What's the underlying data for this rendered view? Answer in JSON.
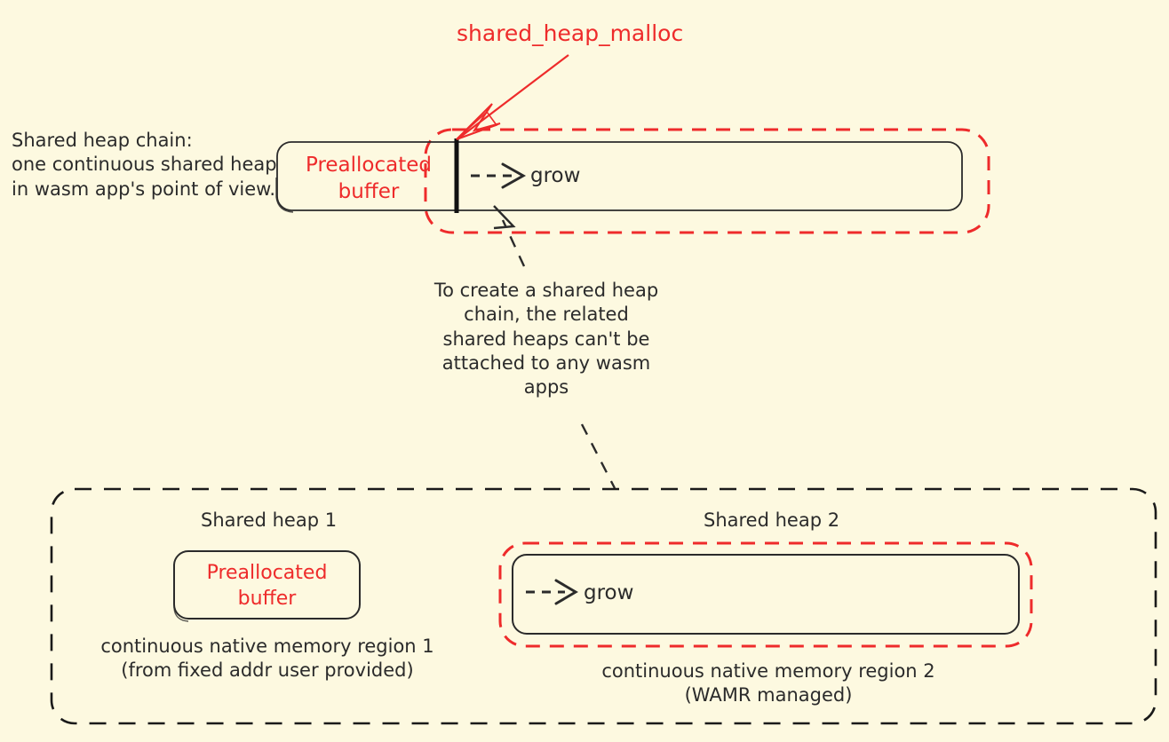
{
  "diagram": {
    "title_annotation": "shared_heap_malloc",
    "colors": {
      "background": "#fdf9e0",
      "text": "#2b2b2b",
      "accent_red": "#ee2b2b",
      "outline_black": "#1a1a1a"
    },
    "top_section": {
      "caption_line1": "Shared heap chain:",
      "caption_line2": "one continuous shared heap",
      "caption_line3": "in wasm app's point of view.",
      "preallocated_label_line1": "Preallocated",
      "preallocated_label_line2": "buffer",
      "grow_label": "grow"
    },
    "middle_note": {
      "line1": "To create a shared heap",
      "line2": "chain, the related",
      "line3": "shared heaps can't be",
      "line4": "attached to any wasm",
      "line5": "apps"
    },
    "bottom_section": {
      "heap1": {
        "title": "Shared heap 1",
        "box_label_line1": "Preallocated",
        "box_label_line2": "buffer",
        "caption_line1": "continuous native memory region 1",
        "caption_line2": "(from fixed addr user provided)"
      },
      "heap2": {
        "title": "Shared heap 2",
        "grow_label": "grow",
        "caption_line1": "continuous native memory region 2",
        "caption_line2": "(WAMR managed)"
      }
    }
  }
}
